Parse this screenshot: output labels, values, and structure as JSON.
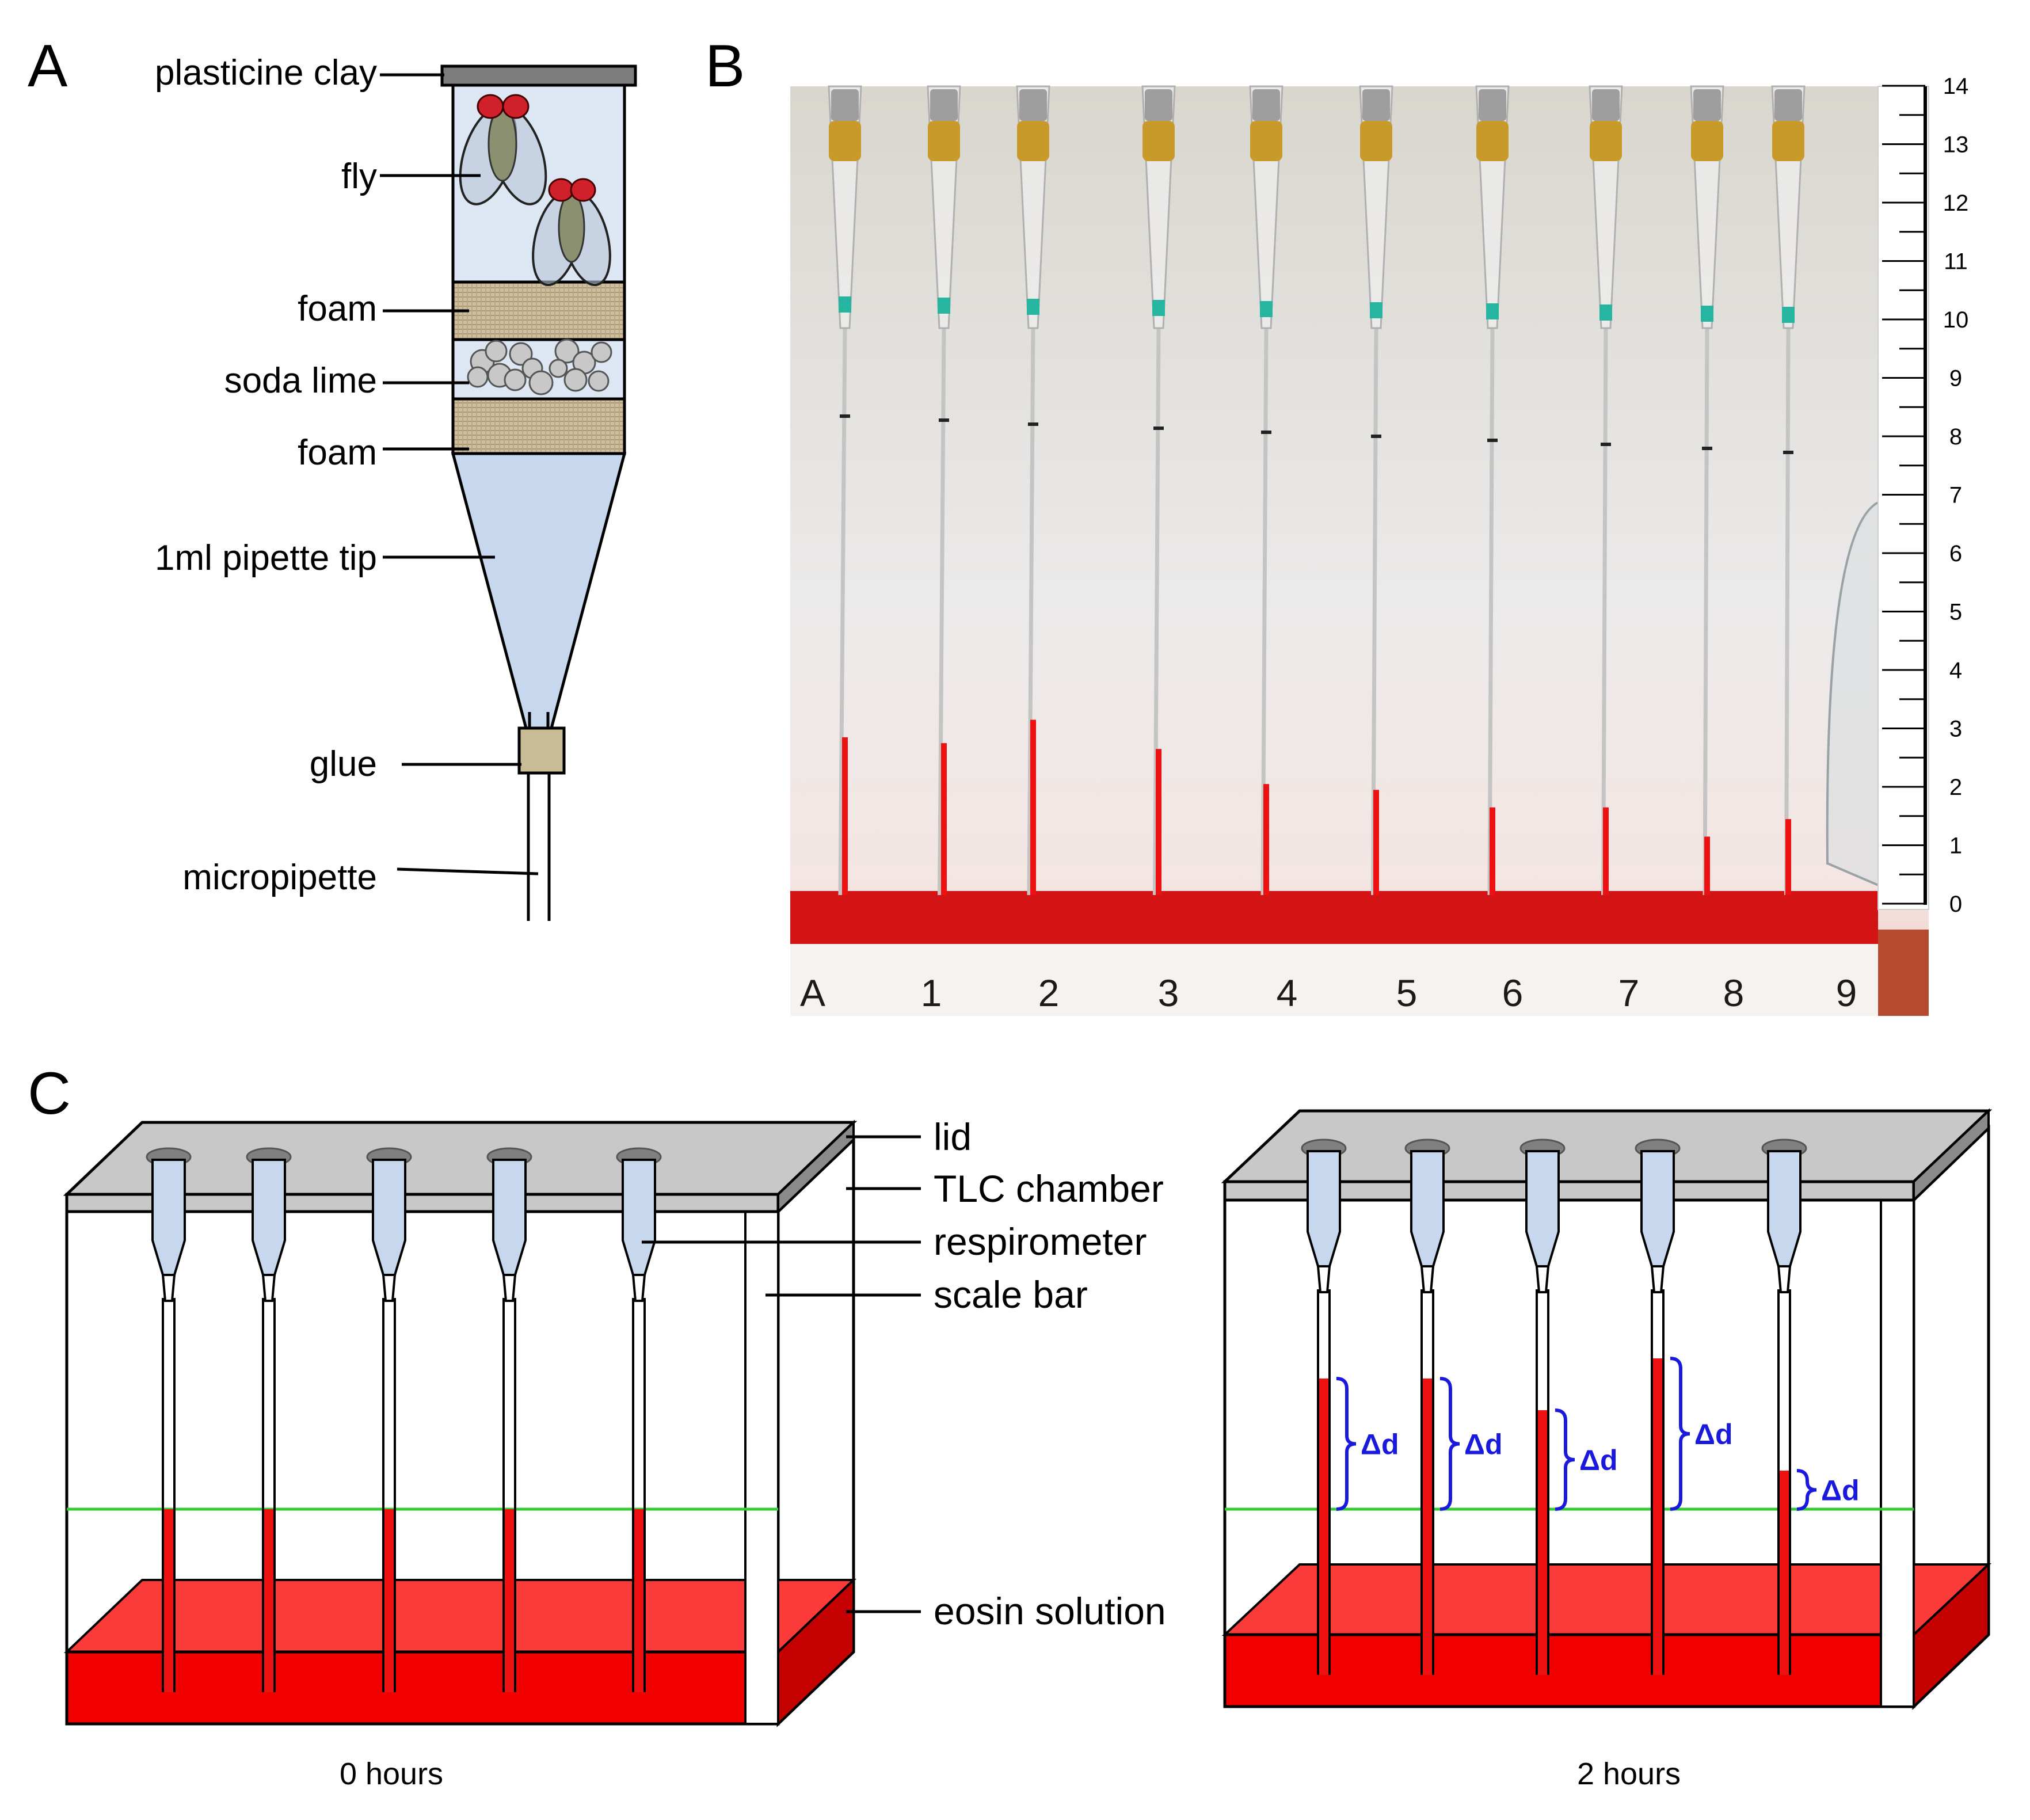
{
  "panels": {
    "A": {
      "letter": "A",
      "labels": {
        "plasticine_clay": "plasticine clay",
        "fly": "fly",
        "foam_top": "foam",
        "soda_lime": "soda lime",
        "foam_bottom": "foam",
        "pipette_tip": "1ml pipette tip",
        "glue": "glue",
        "micropipette": "micropipette"
      }
    },
    "B": {
      "letter": "B",
      "lanes": [
        "A",
        "1",
        "2",
        "3",
        "4",
        "5",
        "6",
        "7",
        "8",
        "9"
      ],
      "ruler_ticks": [
        "0",
        "1",
        "2",
        "3",
        "4",
        "5",
        "6",
        "7",
        "8",
        "9",
        "10",
        "11",
        "12",
        "13",
        "14"
      ],
      "eosin_heights_cm": [
        2.7,
        2.6,
        3.0,
        2.5,
        1.9,
        1.8,
        1.5,
        1.5,
        1.0,
        1.3
      ]
    },
    "C": {
      "letter": "C",
      "labels": {
        "lid": "lid",
        "tlc_chamber": "TLC chamber",
        "respirometer": "respirometer",
        "scale_bar": "scale bar",
        "eosin_solution": "eosin solution"
      },
      "times": {
        "left": "0 hours",
        "right": "2 hours"
      },
      "delta_label": "Δd"
    }
  },
  "colors": {
    "eosin": "#ee1111",
    "eosin_light": "#fb3a3a",
    "pipette_blue": "#c6d7ee",
    "green_line": "#33cc33",
    "delta_blue": "#1a1adc",
    "foam": "#c8b896",
    "lid_gray": "#c8c8c8"
  }
}
